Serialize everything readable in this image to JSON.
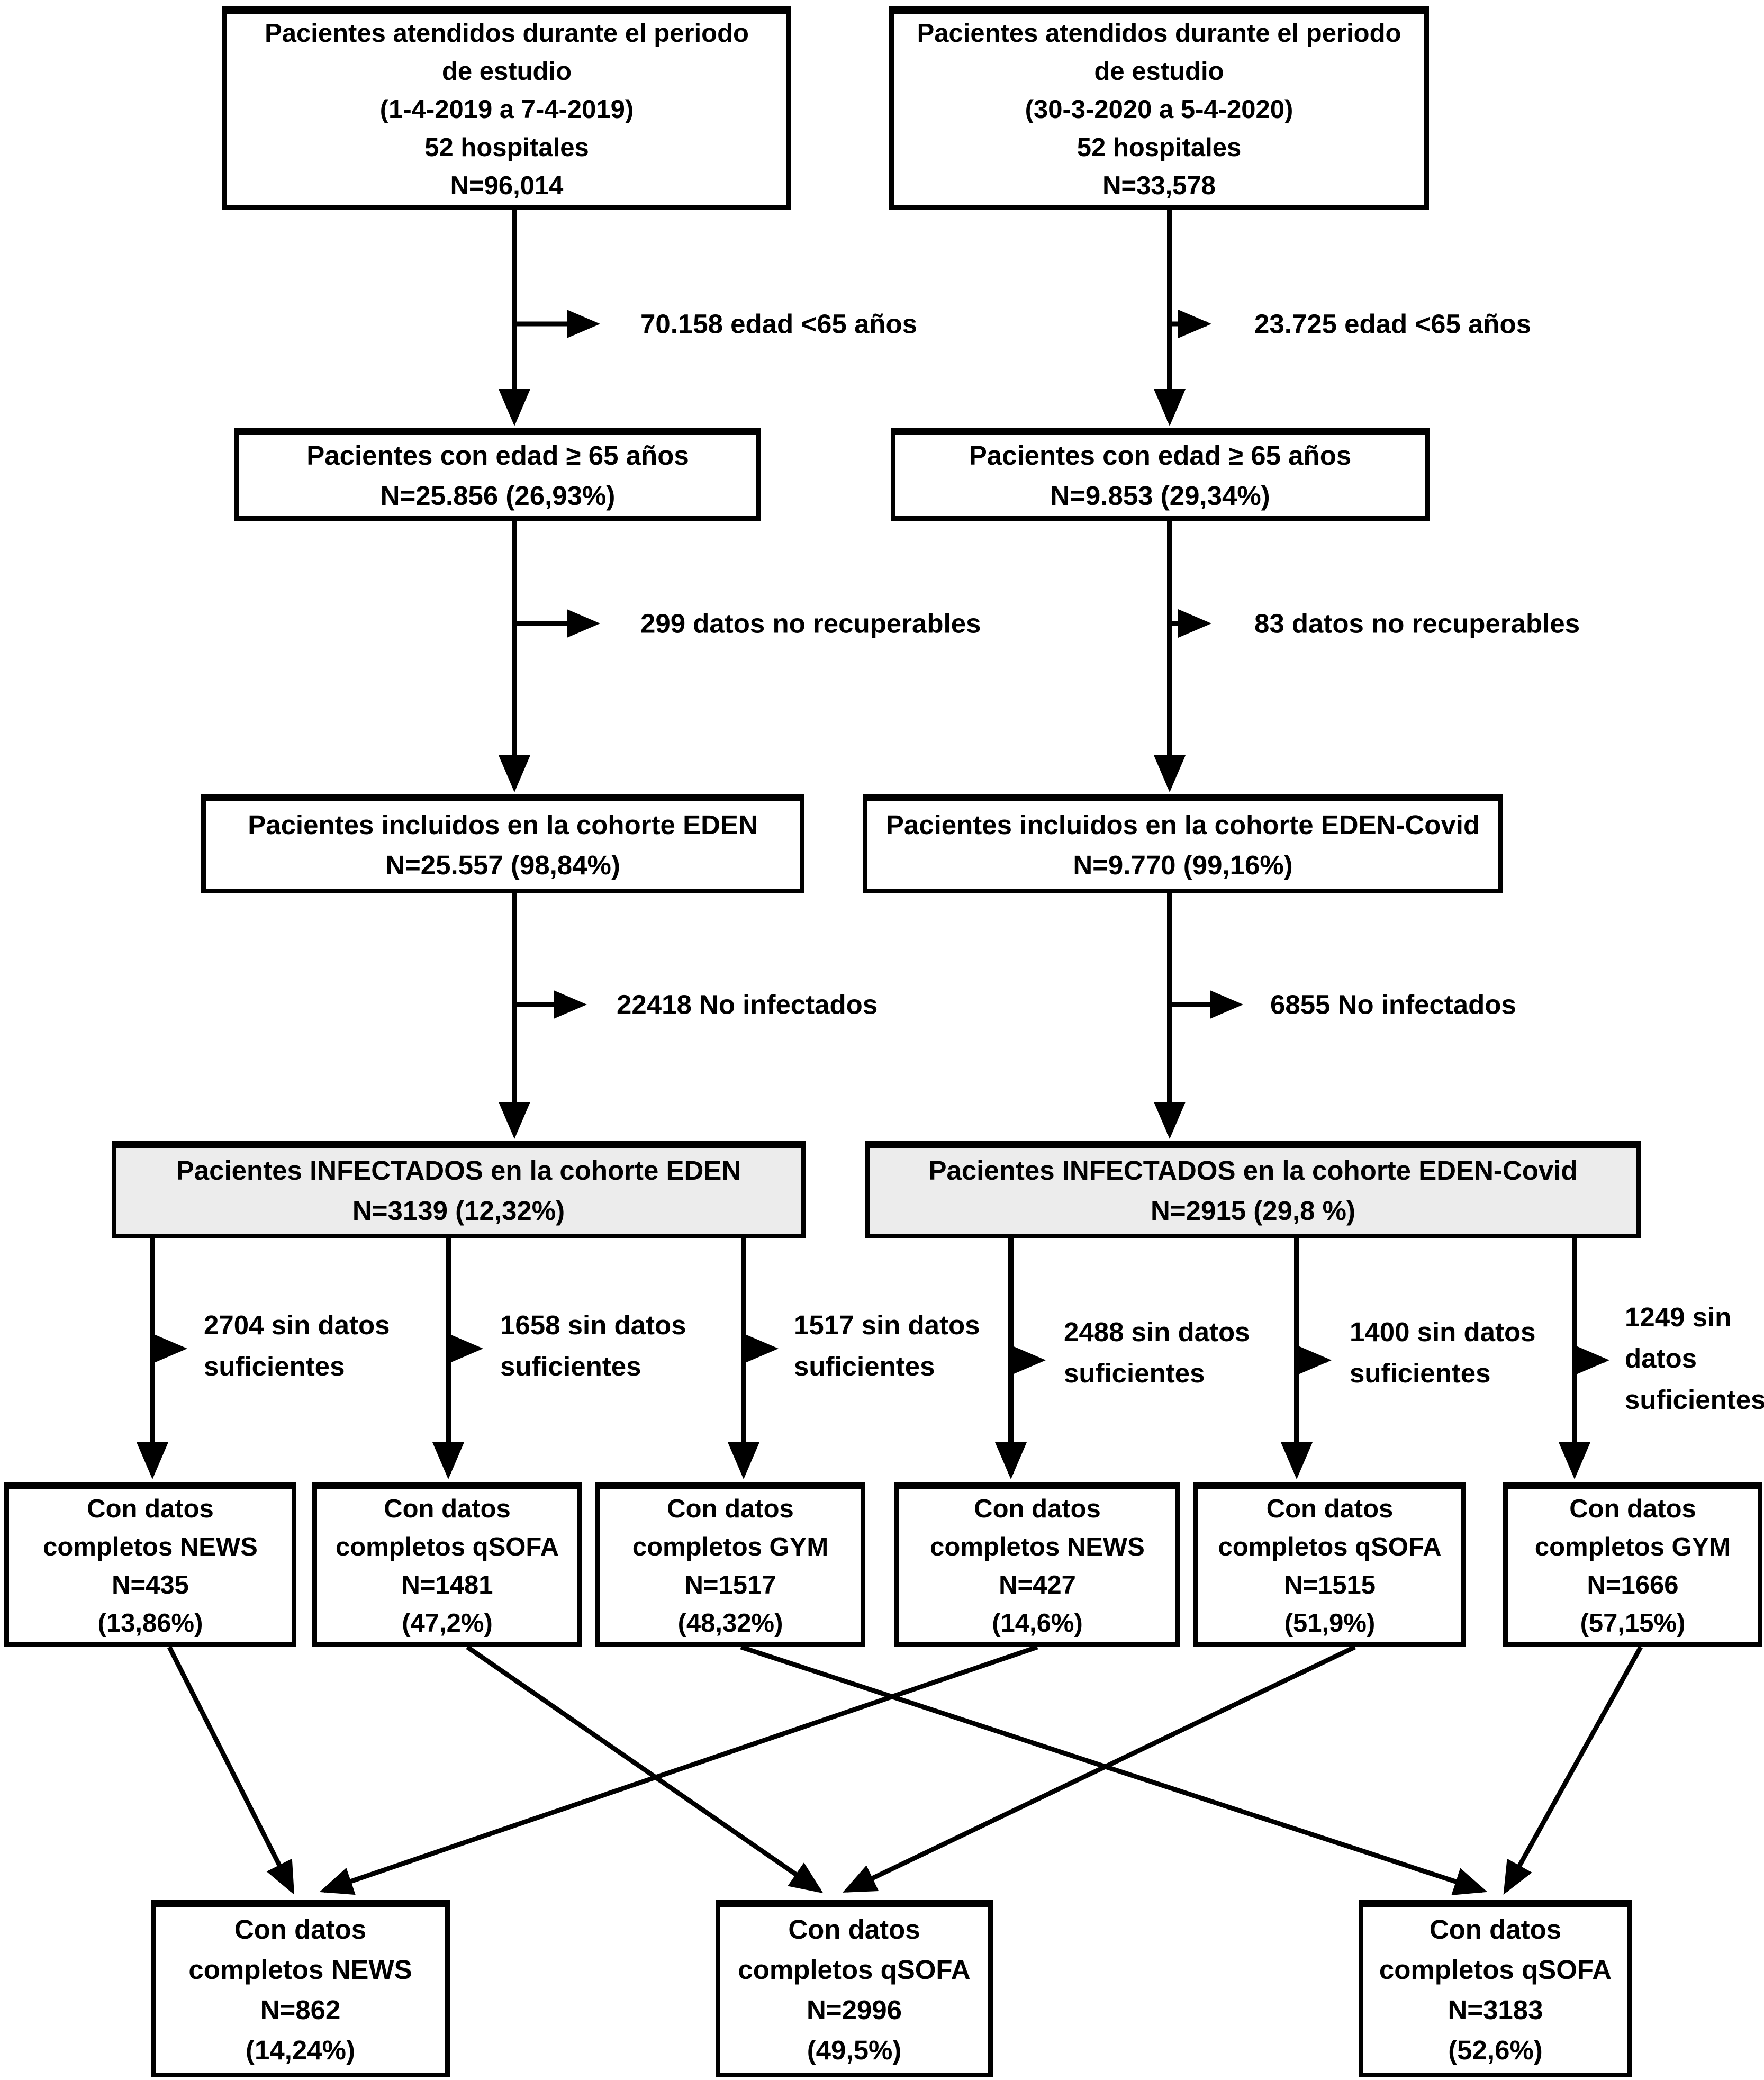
{
  "colors": {
    "highlight_fill": "#ececec",
    "line": "#000000"
  },
  "flow": {
    "left": {
      "top_box": "Pacientes atendidos durante el periodo\nde estudio\n(1-4-2019 a 7-4-2019)\n52 hospitales\nN=96,014",
      "excl_age": "70.158 edad <65 años",
      "age_box": "Pacientes con edad ≥ 65 años\nN=25.856 (26,93%)",
      "excl_data": "299 datos no recuperables",
      "included_box": "Pacientes incluidos en la cohorte EDEN\nN=25.557 (98,84%)",
      "excl_infected": "22418 No infectados",
      "infected_box": "Pacientes INFECTADOS en la cohorte EDEN\nN=3139 (12,32%)",
      "branches": [
        {
          "exclusion": "2704 sin datos\nsuficientes",
          "box": "Con datos\ncompletos NEWS\nN=435\n(13,86%)"
        },
        {
          "exclusion": "1658 sin datos\nsuficientes",
          "box": "Con datos\ncompletos qSOFA\nN=1481\n(47,2%)"
        },
        {
          "exclusion": "1517 sin datos\nsuficientes",
          "box": "Con datos\ncompletos GYM\nN=1517\n(48,32%)"
        }
      ]
    },
    "right": {
      "top_box": "Pacientes atendidos durante el periodo\nde estudio\n(30-3-2020 a 5-4-2020)\n52 hospitales\nN=33,578",
      "excl_age": "23.725 edad <65 años",
      "age_box": "Pacientes con edad ≥ 65 años\nN=9.853 (29,34%)",
      "excl_data": "83 datos no recuperables",
      "included_box": "Pacientes incluidos en la cohorte EDEN-Covid\nN=9.770 (99,16%)",
      "excl_infected": "6855 No infectados",
      "infected_box": "Pacientes INFECTADOS en la cohorte EDEN-Covid\nN=2915 (29,8 %)",
      "branches": [
        {
          "exclusion": "2488 sin datos\nsuficientes",
          "box": "Con datos\ncompletos NEWS\nN=427\n(14,6%)"
        },
        {
          "exclusion": "1400 sin datos\nsuficientes",
          "box": "Con datos\ncompletos qSOFA\nN=1515\n(51,9%)"
        },
        {
          "exclusion": "1249 sin\ndatos\nsuficientes",
          "box": "Con datos\ncompletos GYM\nN=1666\n(57,15%)"
        }
      ]
    },
    "merged": [
      "Con datos\ncompletos NEWS\nN=862\n(14,24%)",
      "Con datos\ncompletos qSOFA\nN=2996\n(49,5%)",
      "Con datos\ncompletos qSOFA\nN=3183\n(52,6%)"
    ]
  }
}
